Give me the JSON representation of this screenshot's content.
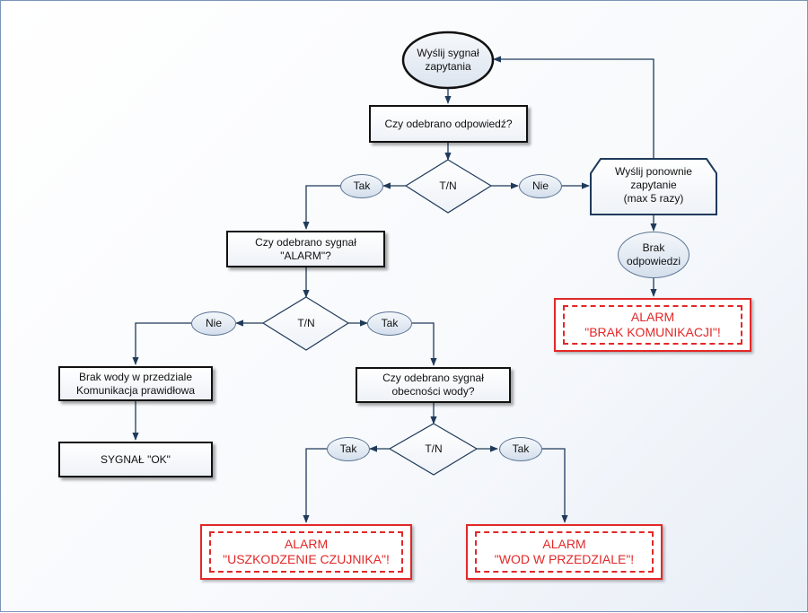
{
  "start": "Wyślij sygnał\nzapytania",
  "q1": "Czy odebrano odpowiedź?",
  "q2": "Czy odebrano sygnał\n\"ALARM\"?",
  "q3": "Czy odebrano sygnał\nobecności wody?",
  "decision": "T/N",
  "tak": "Tak",
  "nie": "Nie",
  "retry": "Wyślij ponownie\nzapytanie\n(max 5 razy)",
  "no_response": "Brak\nodpowiedzi",
  "no_water": "Brak wody w przedziale\nKomunikacja prawidłowa",
  "ok_signal": "SYGNAŁ \"OK\"",
  "alarm_comm": "ALARM\n\"BRAK KOMUNIKACJI\"!",
  "alarm_sensor": "ALARM\n\"USZKODZENIE CZUJNIKA\"!",
  "alarm_water": "ALARM\n\"WOD W PRZEDZIALE\"!",
  "colors": {
    "alarm": "#e22828",
    "line": "#1f3a5a",
    "label_fill": "#d4dfec"
  }
}
